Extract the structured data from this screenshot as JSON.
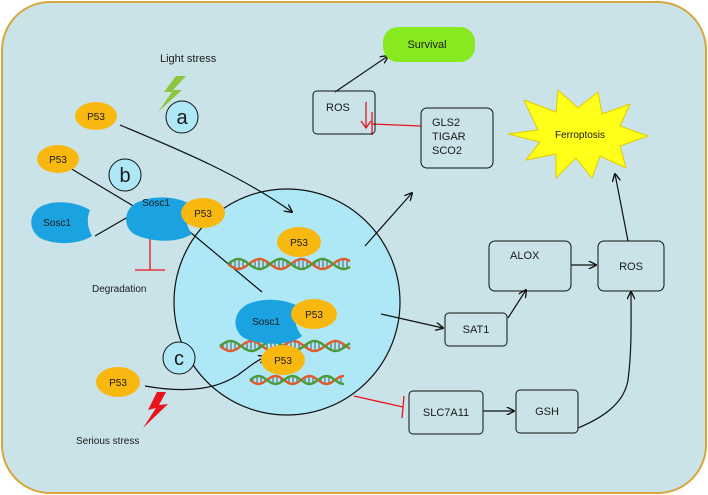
{
  "labels": {
    "light_stress": "Light stress",
    "serious_stress": "Serious stress",
    "survival": "Survival",
    "ferroptosis": "Ferroptosis",
    "degradation": "Degradation",
    "ros_top": "ROS",
    "ros_right": "ROS",
    "gls2": "GLS2",
    "tigar": "TIGAR",
    "sco2": "SCO2",
    "alox": "ALOX",
    "sat1": "SAT1",
    "slc7a11": "SLC7A11",
    "gsh": "GSH",
    "p53": "P53",
    "sosc1": "Sosc1",
    "letter_a": "a",
    "letter_b": "b",
    "letter_c": "c"
  },
  "colors": {
    "background": "#c9e3e8",
    "nucleus": "#aee8f7",
    "p53": "#f9b80f",
    "sosc1": "#1aa3e0",
    "survival": "#88ea1e",
    "ferroptosis": "#ffff1a",
    "light_bolt": "#8dc63f",
    "serious_bolt": "#e8141c",
    "inhibit": "#e8141c",
    "dna_a": "#e05a2a",
    "dna_b": "#4b9a3a"
  }
}
